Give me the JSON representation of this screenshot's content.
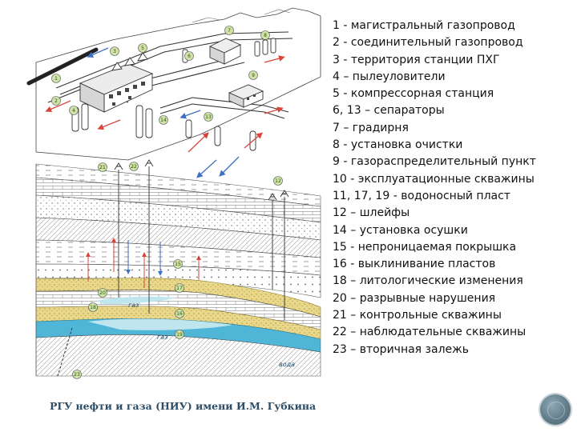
{
  "legend": [
    "1 - магистральный газопровод",
    "2 - соединительный газопровод",
    "3 - территория станции ПХГ",
    "4 – пылеуловители",
    "5 - компрессорная станция",
    "6, 13 – сепараторы",
    "7 – градирня",
    "8 - установка очистки",
    "9 - газораспределительный пункт",
    "10 - эксплуатационные скважины",
    "11, 17, 19 - водоносный пласт",
    "12 – шлейфы",
    "14 – установка осушки",
    "15 - непроницаемая покрышка",
    "16 - выклинивание пластов",
    "18 – литологические изменения",
    "20 – разрывные нарушения",
    "21 – контрольные скважины",
    "22 – наблюдательные скважины",
    "23 – вторичная залежь"
  ],
  "footer": "РГУ нефти и газа (НИУ) имени И.М. Губкина",
  "diagram": {
    "badges": [
      "1",
      "2",
      "3",
      "4",
      "5",
      "6",
      "7",
      "8",
      "9",
      "12",
      "13",
      "14",
      "15",
      "16",
      "17",
      "18",
      "19",
      "20",
      "21",
      "22",
      "23"
    ],
    "layer_labels": [
      "газ",
      "газ",
      "вода"
    ]
  },
  "colors": {
    "water": "#4fb6d8",
    "gas_zone": "#bfe6ef",
    "sand": "#e9d889",
    "arrow_red": "#d8453b",
    "arrow_blue": "#3d6fc2",
    "badge": "#cfe3a6",
    "footer_text": "#2d4d66"
  }
}
